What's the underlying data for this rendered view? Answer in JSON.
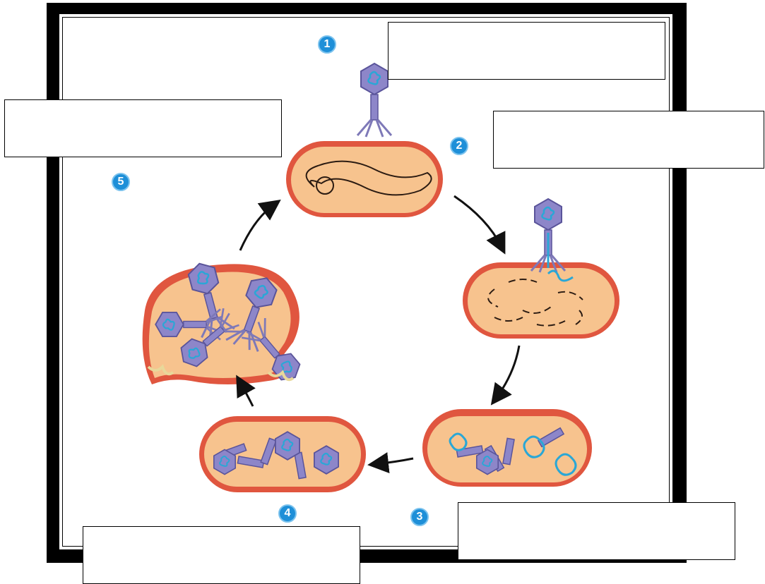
{
  "steps": [
    {
      "number": "1",
      "label_text": ""
    },
    {
      "number": "2",
      "label_text": ""
    },
    {
      "number": "3",
      "label_text": ""
    },
    {
      "number": "4",
      "label_text": ""
    },
    {
      "number": "5",
      "label_text": ""
    }
  ],
  "colors": {
    "cell_fill": "#f7c38e",
    "cell_wall": "#e0563f",
    "phage_body": "#8d86c9",
    "phage_dna": "#2aa7d6",
    "badge": "#1e8fd8",
    "frame": "#000000"
  }
}
